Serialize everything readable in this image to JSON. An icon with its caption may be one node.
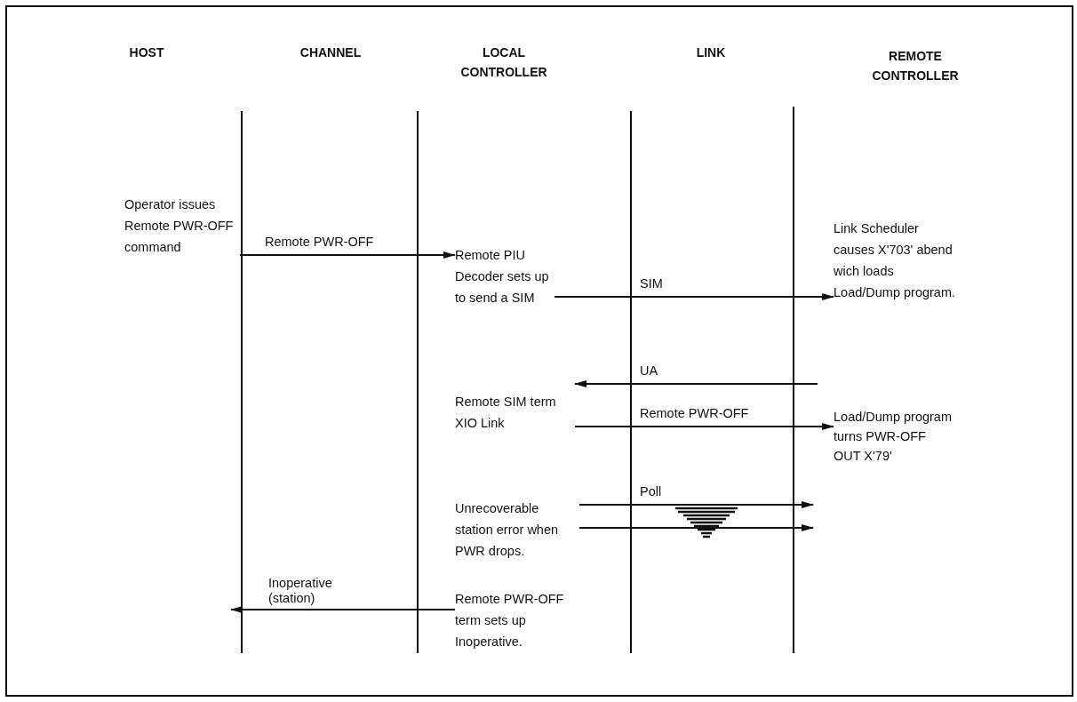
{
  "diagram": {
    "nodes": [
      {
        "text": [
          "Operator issues Remote PWR-OFF command"
        ]
      },
      {
        "text": [
          "Remote PIU Decoder sets up to send a SIM"
        ]
      },
      {
        "text": [
          "Link Scheduler causes X'703' abend wich loads Load/Dump program."
        ]
      },
      {
        "text": [
          "Remote SIM term XIO Link"
        ]
      },
      {
        "text": [
          "Load/Dump program turns PWR-OFF OUT X'79'"
        ]
      },
      {
        "text": [
          "Unrecoverable station error when PWR drops."
        ]
      },
      {
        "text": [
          "Remote PWR-OFF term sets up Inoperative."
        ]
      }
    ],
    "edges": [
      {
        "from": 0,
        "to": 1,
        "arrow": "to",
        "label": "Remote PWR-OFF"
      },
      {
        "from": 1,
        "to": 2,
        "arrow": "to",
        "label": "SIM"
      },
      {
        "from": null,
        "to": 3,
        "arrow": "to",
        "label": "UA"
      },
      {
        "from": 3,
        "to": 4,
        "arrow": "to",
        "label": "Remote PWR-OFF"
      },
      {
        "from": 5,
        "to": null,
        "arrow": "to",
        "label": "Poll"
      },
      {
        "from": 5,
        "to": null,
        "arrow": "to"
      },
      {
        "from": 6,
        "to": null,
        "arrow": "to",
        "label": "Inoperative (station)"
      }
    ],
    "labels": [
      "HOST",
      "CHANNEL",
      "LOCAL CONTROLLER",
      "LINK",
      "REMOTE CONTROLLER"
    ]
  }
}
